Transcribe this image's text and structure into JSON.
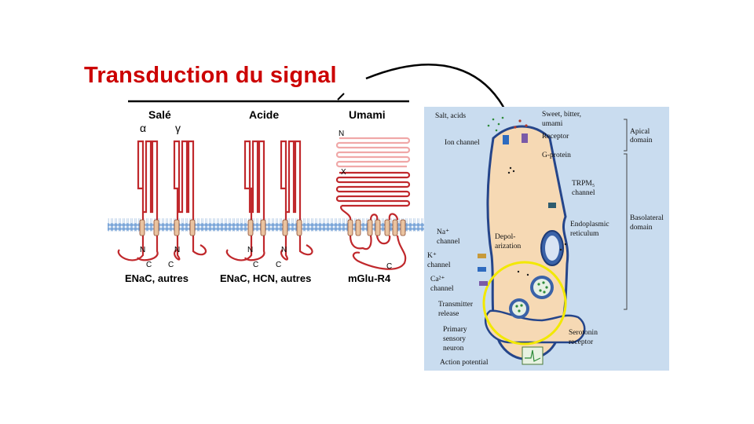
{
  "title": "Transduction du signal",
  "columns": [
    {
      "header": "Salé",
      "caption": "ENaC, autres",
      "subunits": [
        "α",
        "γ"
      ]
    },
    {
      "header": "Acide",
      "caption": "ENaC, HCN, autres"
    },
    {
      "header": "Umami",
      "caption": "mGlu-R4"
    }
  ],
  "terminals": {
    "n": "N",
    "c": "C",
    "x": "X"
  },
  "cell_labels": {
    "salt_acids": "Salt, acids",
    "sweet_1": "Sweet, bitter,",
    "sweet_2": "umami",
    "receptor": "Receptor",
    "ion_channel": "Ion channel",
    "g_protein": "G-protein",
    "trpm_1": "TRPM₅",
    "trpm_2": "channel",
    "er_1": "Endoplasmic",
    "er_2": "reticulum",
    "na_1": "Na⁺",
    "na_2": "channel",
    "depol_1": "Depol-",
    "depol_2": "arization",
    "k_1": "K⁺",
    "k_2": "channel",
    "ca_1": "Ca²⁺",
    "ca_2": "channel",
    "tr_1": "Transmitter",
    "tr_2": "release",
    "psn_1": "Primary",
    "psn_2": "sensory",
    "psn_3": "neuron",
    "sero_1": "Serotonin",
    "sero_2": "receptor",
    "ap": "Action potential",
    "apical_1": "Apical",
    "apical_2": "domain",
    "baso_1": "Basolateral",
    "baso_2": "domain"
  },
  "colors": {
    "title": "#cc0000",
    "loops": "#c0282c",
    "membrane": "#7da7d9",
    "cell_bg": "#c9dcef",
    "cell_fill": "#f6d9b4",
    "cell_border": "#25458a",
    "highlight": "#f2e800"
  }
}
